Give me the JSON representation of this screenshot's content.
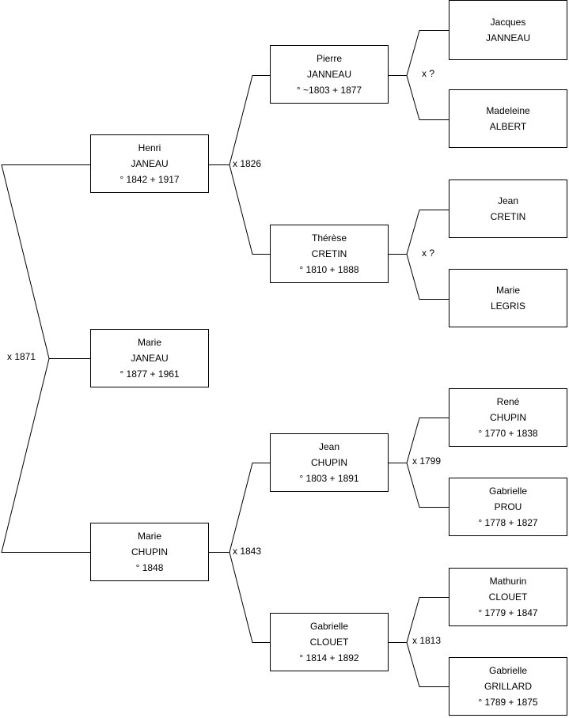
{
  "persons": [
    {
      "id": "p1",
      "first": "Marie",
      "last": "JANEAU",
      "dates": "° 1877 + 1961"
    },
    {
      "id": "p2",
      "first": "Henri",
      "last": "JANEAU",
      "dates": "° 1842 + 1917"
    },
    {
      "id": "p3",
      "first": "Marie",
      "last": "CHUPIN",
      "dates": "° 1848"
    },
    {
      "id": "p4",
      "first": "Pierre",
      "last": "JANNEAU",
      "dates": "° ~1803 + 1877"
    },
    {
      "id": "p5",
      "first": "Thérèse",
      "last": "CRETIN",
      "dates": "° 1810 + 1888"
    },
    {
      "id": "p6",
      "first": "Jean",
      "last": "CHUPIN",
      "dates": "° 1803 + 1891"
    },
    {
      "id": "p7",
      "first": "Gabrielle",
      "last": "CLOUET",
      "dates": "° 1814 + 1892"
    },
    {
      "id": "p8",
      "first": "Jacques",
      "last": "JANNEAU",
      "dates": ""
    },
    {
      "id": "p9",
      "first": "Madeleine",
      "last": "ALBERT",
      "dates": ""
    },
    {
      "id": "p10",
      "first": "Jean",
      "last": "CRETIN",
      "dates": ""
    },
    {
      "id": "p11",
      "first": "Marie",
      "last": "LEGRIS",
      "dates": ""
    },
    {
      "id": "p12",
      "first": "René",
      "last": "CHUPIN",
      "dates": "° 1770 + 1838"
    },
    {
      "id": "p13",
      "first": "Gabrielle",
      "last": "PROU",
      "dates": "° 1778 + 1827"
    },
    {
      "id": "p14",
      "first": "Mathurin",
      "last": "CLOUET",
      "dates": "° 1779 + 1847"
    },
    {
      "id": "p15",
      "first": "Gabrielle",
      "last": "GRILLARD",
      "dates": "° 1789 + 1875"
    }
  ],
  "marriages": [
    {
      "id": "m1",
      "label": "x 1871",
      "father": "p2",
      "mother": "p3"
    },
    {
      "id": "m2",
      "label": "x 1826",
      "father": "p4",
      "mother": "p5"
    },
    {
      "id": "m3",
      "label": "x 1843",
      "father": "p6",
      "mother": "p7"
    },
    {
      "id": "m4",
      "label": "x ?",
      "father": "p8",
      "mother": "p9"
    },
    {
      "id": "m5",
      "label": "x ?",
      "father": "p10",
      "mother": "p11"
    },
    {
      "id": "m6",
      "label": "x 1799",
      "father": "p12",
      "mother": "p13"
    },
    {
      "id": "m7",
      "label": "x 1813",
      "father": "p14",
      "mother": "p15"
    }
  ]
}
